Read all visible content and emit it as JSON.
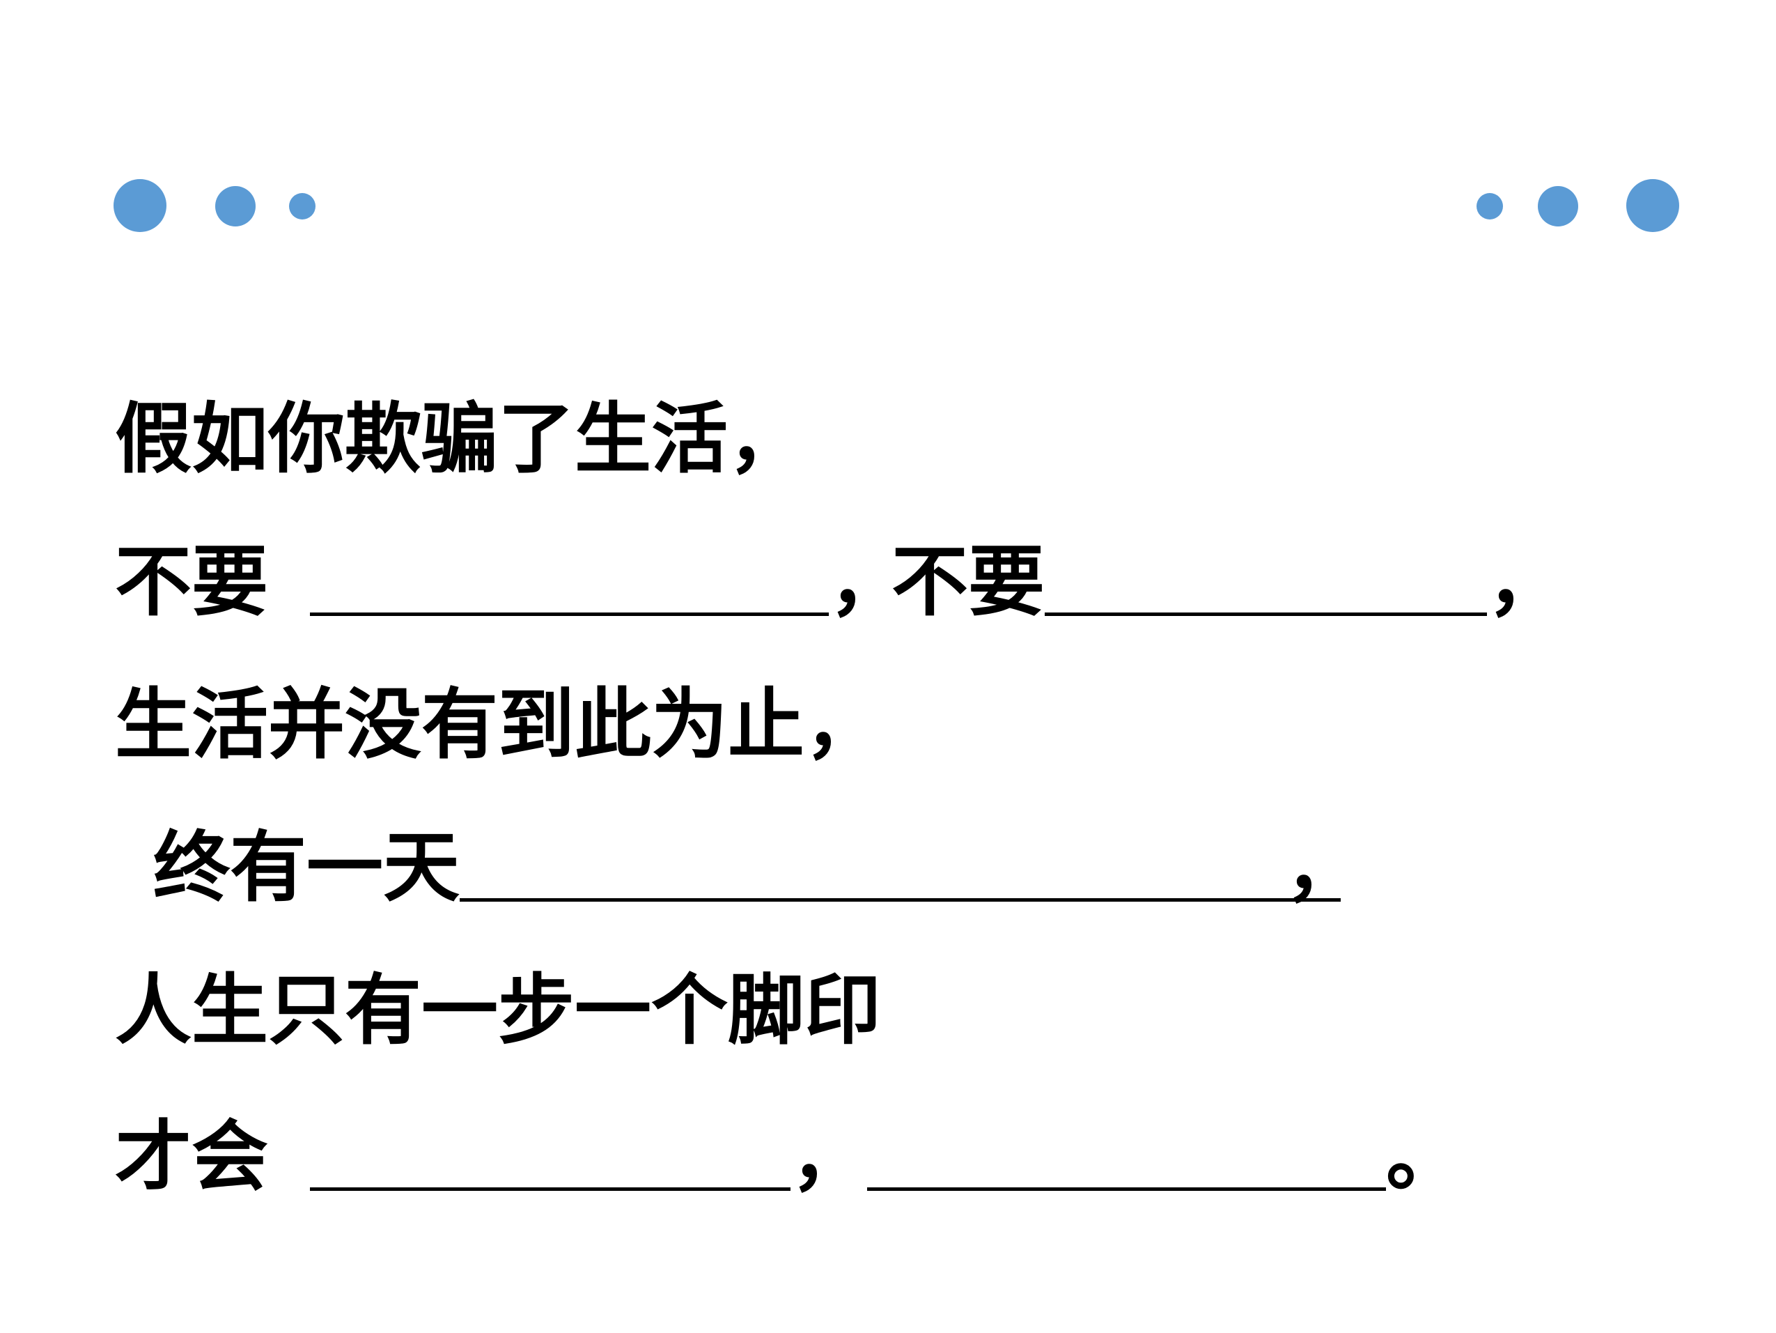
{
  "colors": {
    "dot": "#5b9bd5",
    "text": "#000000",
    "background": "#ffffff"
  },
  "poem": {
    "line1": "假如你欺骗了生活，",
    "line2a": "不要",
    "line2b": "，",
    "line2c": "不要",
    "line2d": "，",
    "line3": "生活并没有到此为止，",
    "line4a": "终有一天",
    "line4b": "，",
    "line5": "人生只有一步一个脚印",
    "line6a": "才会",
    "line6b": "，",
    "line6c": "。"
  }
}
